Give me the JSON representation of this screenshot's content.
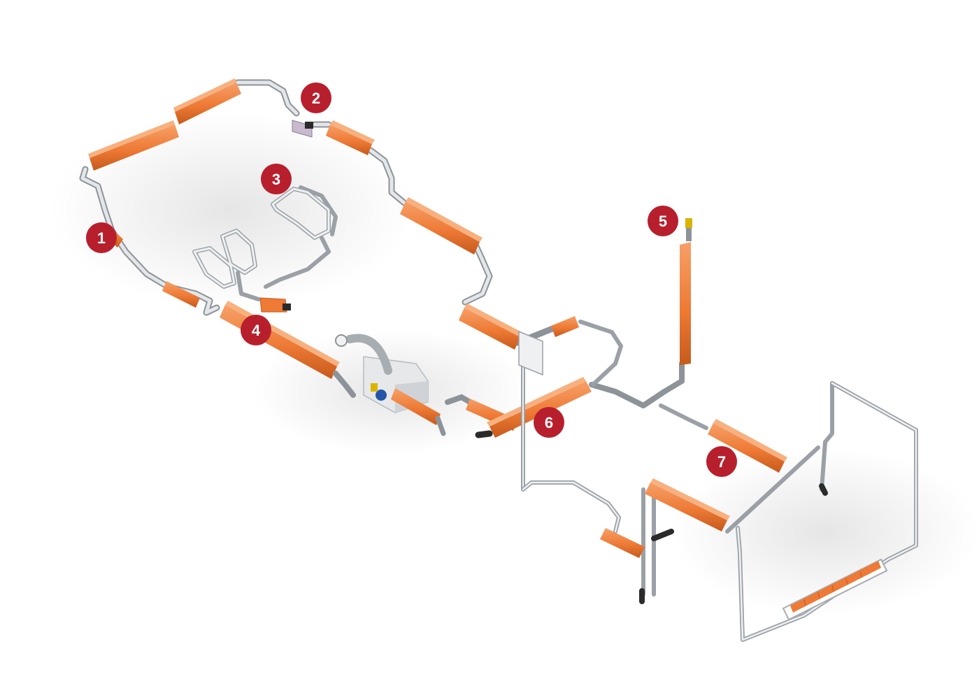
{
  "colors": {
    "background": "#ffffff",
    "duct": "#ee7a35",
    "duct_dark": "#c65a1c",
    "duct_light": "#f6a068",
    "pipe": "#9aa0a6",
    "pipe_light": "#dfe3e6",
    "badge": "#b81f2d",
    "badge_text": "#ffffff",
    "fitting": "#2b2b2b",
    "connector": "#d9b400"
  },
  "callouts": [
    {
      "id": "1",
      "label": "1"
    },
    {
      "id": "2",
      "label": "2"
    },
    {
      "id": "3",
      "label": "3"
    },
    {
      "id": "4",
      "label": "4"
    },
    {
      "id": "5",
      "label": "5"
    },
    {
      "id": "6",
      "label": "6"
    },
    {
      "id": "7",
      "label": "7"
    }
  ]
}
